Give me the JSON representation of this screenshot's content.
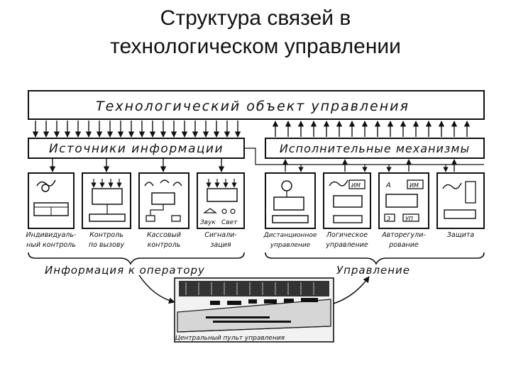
{
  "title": {
    "line1": "Структура связей в",
    "line2": "технологическом управлении"
  },
  "top_box": "Технологический объект управления",
  "left_group": "Источники информации",
  "right_group": "Исполнительные механизмы",
  "blocks": [
    {
      "label1": "Индивидуаль-",
      "label2": "ный контроль"
    },
    {
      "label1": "Контроль",
      "label2": "по вызову"
    },
    {
      "label1": "Кассовый",
      "label2": "контроль"
    },
    {
      "label1": "Сигнали-",
      "label2": "зация"
    },
    {
      "label1": "Дистанционное",
      "label2": "управление"
    },
    {
      "label1": "Логическое",
      "label2": "управление"
    },
    {
      "label1": "Авторегули-",
      "label2": "рование"
    },
    {
      "label1": "Защита",
      "label2": ""
    }
  ],
  "signal_labels": {
    "sound": "Звук",
    "light": "Свет"
  },
  "device_marks": {
    "im": "ИМ",
    "z": "З",
    "up": "УП",
    "a": "А"
  },
  "bottom_left": "Информация к оператору",
  "bottom_right": "Управление",
  "console": "Центральный пульт управления"
}
